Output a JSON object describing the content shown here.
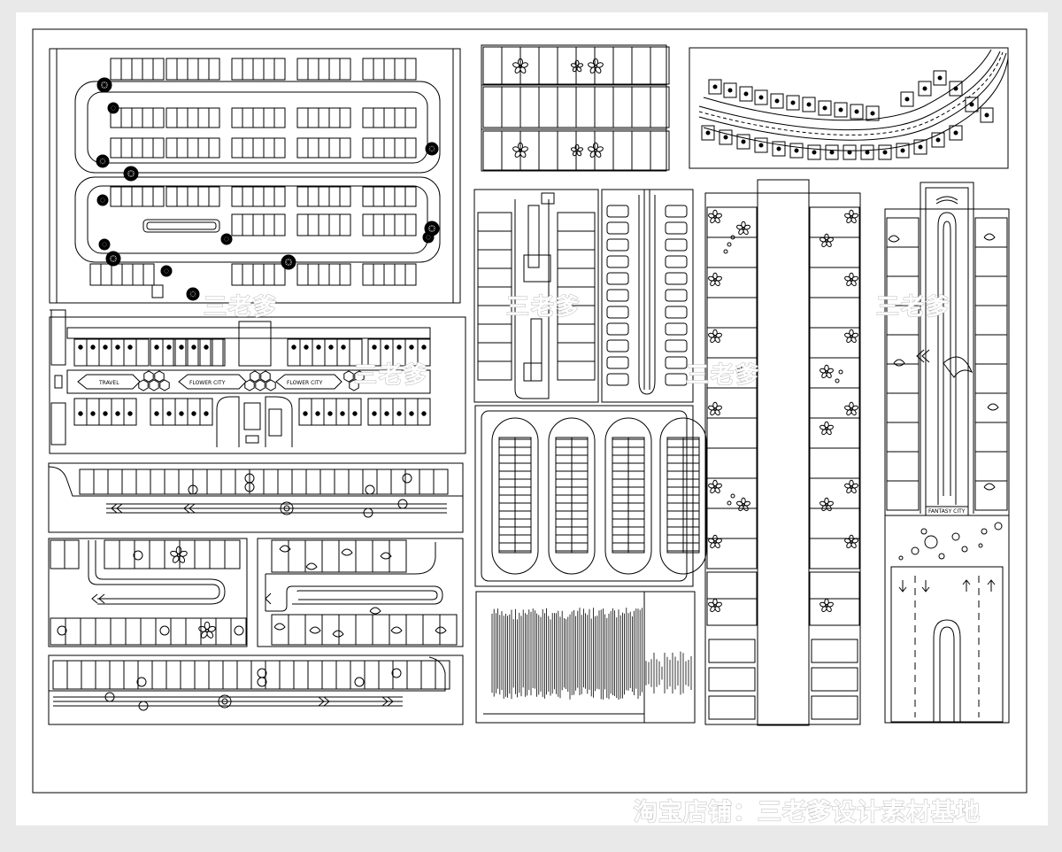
{
  "watermark": {
    "text": "三老爹"
  },
  "footer": {
    "text": "淘宝店铺：三老爹设计素材基地"
  },
  "signs": {
    "travel": "TRAVEL",
    "flower_city_1": "FLOWER CITY",
    "flower_city_2": "FLOWER CITY",
    "fantasy_city": "FANTASY CITY"
  },
  "icons": [
    "flower-icon",
    "dolphin-icon",
    "wave-icon",
    "tree-icon",
    "arrow-icon"
  ]
}
